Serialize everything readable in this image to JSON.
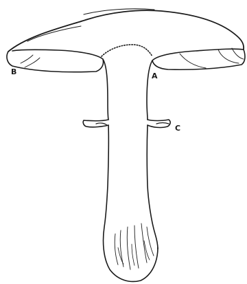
{
  "figure": {
    "labels": {
      "b": "B",
      "a": "A",
      "c": "C"
    },
    "ink_color": "#1a1a1a",
    "background": "#ffffff"
  }
}
